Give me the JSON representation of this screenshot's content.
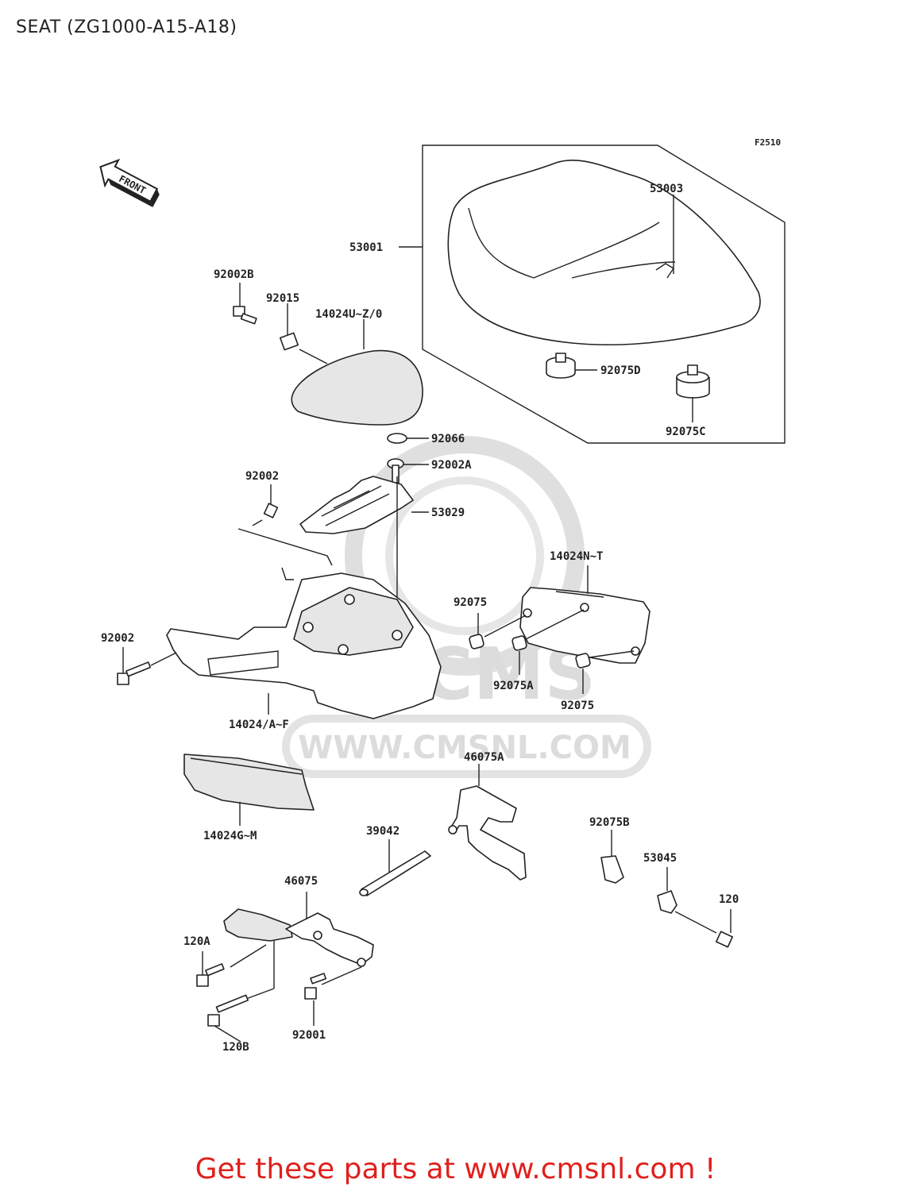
{
  "title": "SEAT (ZG1000-A15-A18)",
  "figure_code": "F2510",
  "front_label": "FRONT",
  "watermark": {
    "logo": "CMS",
    "url": "WWW.CMSNL.COM"
  },
  "parts": {
    "p53001": "53001",
    "p53003": "53003",
    "p92002B": "92002B",
    "p92015": "92015",
    "p14024U": "14024U~Z/0",
    "p92075D": "92075D",
    "p92075C": "92075C",
    "p92066": "92066",
    "p92002A": "92002A",
    "p92002_top": "92002",
    "p53029": "53029",
    "p14024N": "14024N~T",
    "p92075_a": "92075",
    "p92002_left": "92002",
    "p92075A": "92075A",
    "p92075_b": "92075",
    "p14024AF": "14024/A~F",
    "p46075A": "46075A",
    "p14024GM": "14024G~M",
    "p39042": "39042",
    "p92075B": "92075B",
    "p53045": "53045",
    "p46075": "46075",
    "p120": "120",
    "p120A": "120A",
    "p120B": "120B",
    "p92001": "92001"
  },
  "footer": "Get these parts at www.cmsnl.com !",
  "colors": {
    "footer": "#e0201c",
    "ink": "#222222",
    "watermark": "#d9d9d9"
  }
}
